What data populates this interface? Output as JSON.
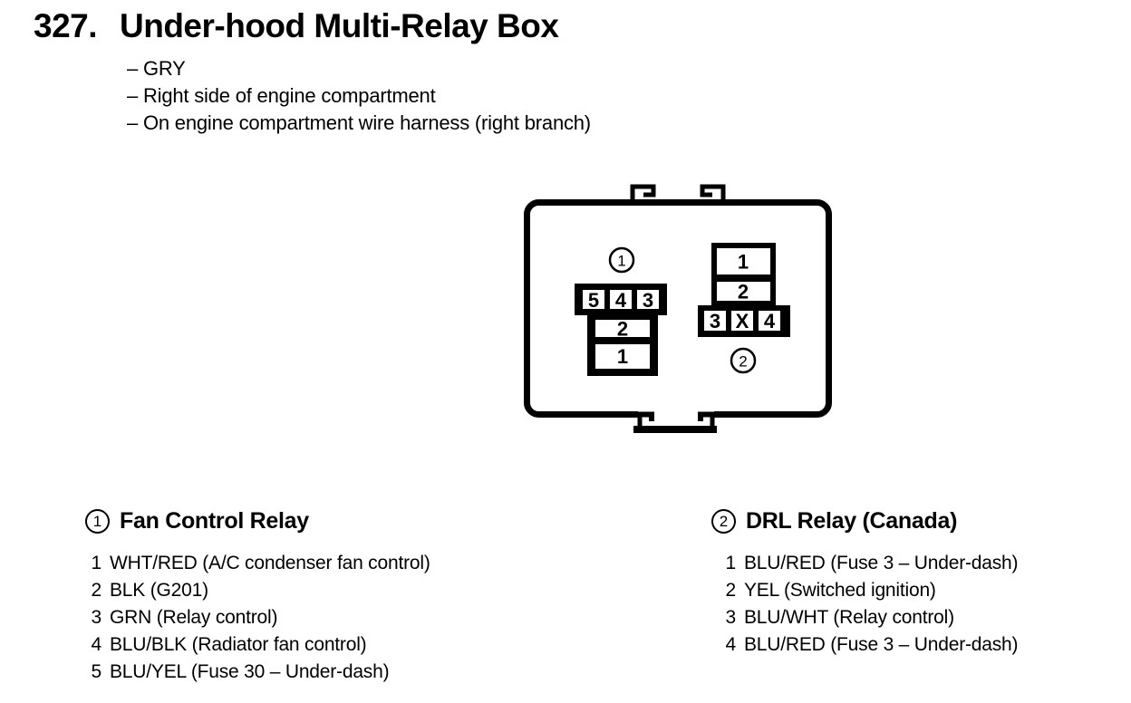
{
  "page": {
    "background": "#ffffff",
    "ink": "#000000"
  },
  "header": {
    "number": "327.",
    "title": "Under-hood Multi-Relay Box",
    "bullets": [
      "– GRY",
      "– Right side of engine compartment",
      "– On engine compartment wire harness (right branch)"
    ]
  },
  "diagram": {
    "connector1": {
      "callout": "1",
      "top_row": [
        "5",
        "4",
        "3"
      ],
      "stack": [
        "2",
        "1"
      ]
    },
    "connector2": {
      "callout": "2",
      "stack": [
        "1",
        "2"
      ],
      "bottom_row": [
        "3",
        "X",
        "4"
      ]
    }
  },
  "legends": [
    {
      "callout": "1",
      "title": "Fan Control Relay",
      "pins": [
        {
          "pin": "1",
          "desc": "WHT/RED (A/C condenser fan control)"
        },
        {
          "pin": "2",
          "desc": "BLK (G201)"
        },
        {
          "pin": "3",
          "desc": "GRN (Relay control)"
        },
        {
          "pin": "4",
          "desc": "BLU/BLK (Radiator fan control)"
        },
        {
          "pin": "5",
          "desc": "BLU/YEL (Fuse 30 – Under-dash)"
        }
      ]
    },
    {
      "callout": "2",
      "title": "DRL Relay (Canada)",
      "pins": [
        {
          "pin": "1",
          "desc": "BLU/RED (Fuse 3 – Under-dash)"
        },
        {
          "pin": "2",
          "desc": "YEL (Switched ignition)"
        },
        {
          "pin": "3",
          "desc": "BLU/WHT (Relay control)"
        },
        {
          "pin": "4",
          "desc": "BLU/RED (Fuse 3 – Under-dash)"
        }
      ]
    }
  ]
}
